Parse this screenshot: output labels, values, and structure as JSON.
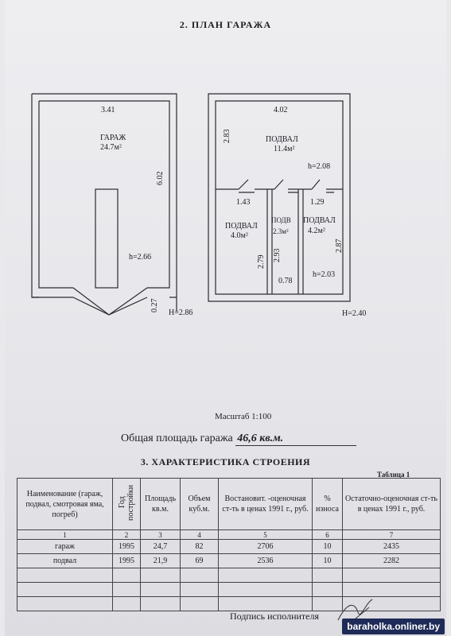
{
  "section2_title": "2. ПЛАН ГАРАЖА",
  "plan_left": {
    "width_label": "3.41",
    "room_name": "ГАРАЖ",
    "room_area": "24.7м²",
    "length_label": "6.02",
    "height_label": "h=2.66",
    "door_label": "0.27",
    "outer_height": "H=2.86"
  },
  "plan_right": {
    "width_label": "4.02",
    "side_label": "2.83",
    "main_name": "ПОДВАЛ",
    "main_area": "11.4м²",
    "main_height": "h=2.08",
    "d1": "1.43",
    "d2": "1.29",
    "left_name": "ПОДВАЛ",
    "left_area": "4.0м²",
    "mid_name": "ПОДВ",
    "mid_area": "2.3м²",
    "right_name": "ПОДВАЛ",
    "right_area": "4.2м²",
    "v1": "2.79",
    "v2": "2.93",
    "v3": "2.87",
    "bottom_width": "0.78",
    "bottom_height": "h=2.03",
    "outer_height": "H=2.40"
  },
  "scale": "Масштаб 1:100",
  "total_area_label": "Общая площадь гаража",
  "total_area_value": "46,6 кв.м.",
  "section3_title": "3. ХАРАКТЕРИСТИКА СТРОЕНИЯ",
  "table_label": "Таблица 1",
  "table": {
    "headers": [
      "Наименование (гараж, подвал, смотровая яма, погреб)",
      "Год постройки",
      "Площадь кв.м.",
      "Объем куб.м.",
      "Востановит. -оценочная ст-ть в ценах 1991 г., руб.",
      "% износа",
      "Остаточно-оценочная ст-ть в ценах 1991 г., руб."
    ],
    "numbers": [
      "1",
      "2",
      "3",
      "4",
      "5",
      "6",
      "7"
    ],
    "rows": [
      [
        "гараж",
        "1995",
        "24,7",
        "82",
        "2706",
        "10",
        "2435"
      ],
      [
        "подвал",
        "1995",
        "21,9",
        "69",
        "2536",
        "10",
        "2282"
      ]
    ]
  },
  "signature_label": "Подпись исполнителя",
  "watermark": "baraholka.onliner.by"
}
